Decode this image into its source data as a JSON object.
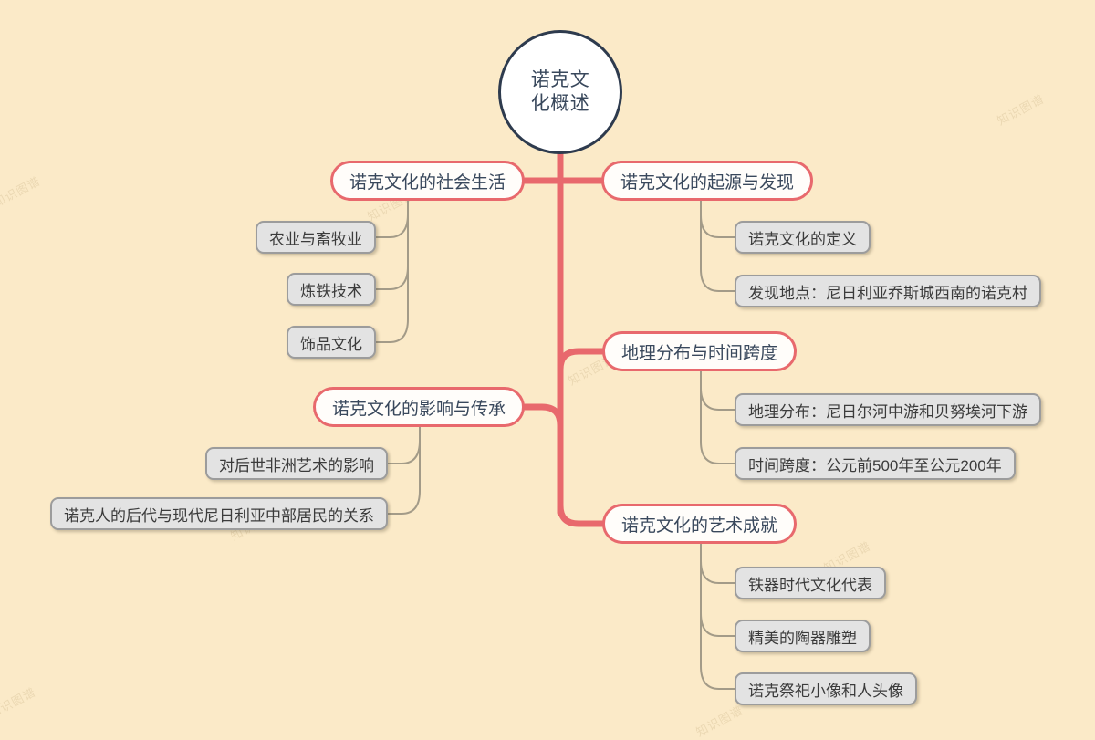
{
  "canvas": {
    "background_color": "#fbeac8",
    "trunk_color": "#e8696d",
    "leaf_line_color": "#a39b88",
    "center_border_color": "#2e3b4e",
    "text_color": "#39485c",
    "watermark_text": "知识图谱"
  },
  "center": {
    "label": "诺克文\n化概述",
    "line1": "诺克文",
    "line2": "化概述"
  },
  "branches": [
    {
      "id": "social-life",
      "label": "诺克文化的社会生活",
      "side": "left",
      "children": [
        {
          "label": "农业与畜牧业"
        },
        {
          "label": "炼铁技术"
        },
        {
          "label": "饰品文化"
        }
      ]
    },
    {
      "id": "influence",
      "label": "诺克文化的影响与传承",
      "side": "left",
      "children": [
        {
          "label": "对后世非洲艺术的影响"
        },
        {
          "label": "诺克人的后代与现代尼日利亚中部居民的关系"
        }
      ]
    },
    {
      "id": "origin",
      "label": "诺克文化的起源与发现",
      "side": "right",
      "children": [
        {
          "label": "诺克文化的定义"
        },
        {
          "label": "发现地点：尼日利亚乔斯城西南的诺克村"
        }
      ]
    },
    {
      "id": "geography",
      "label": "地理分布与时间跨度",
      "side": "right",
      "children": [
        {
          "label": "地理分布：尼日尔河中游和贝努埃河下游"
        },
        {
          "label": "时间跨度：公元前500年至公元200年"
        }
      ]
    },
    {
      "id": "art",
      "label": "诺克文化的艺术成就",
      "side": "right",
      "children": [
        {
          "label": "铁器时代文化代表"
        },
        {
          "label": "精美的陶器雕塑"
        },
        {
          "label": "诺克祭祀小像和人头像"
        }
      ]
    }
  ]
}
